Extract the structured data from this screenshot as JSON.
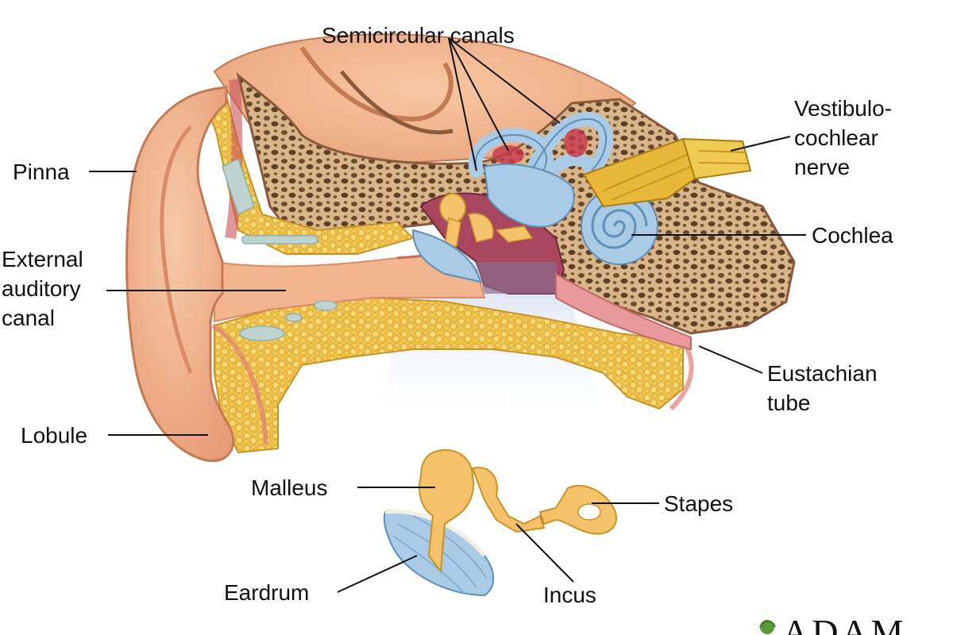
{
  "labels": {
    "semicircular_canals": "Semicircular canals",
    "vestibulocochlear_nerve": [
      "Vestibulo-",
      "cochlear",
      "nerve"
    ],
    "pinna": "Pinna",
    "external_auditory_canal": [
      "External",
      "auditory",
      "canal"
    ],
    "cochlea": "Cochlea",
    "eustachian_tube": [
      "Eustachian",
      "tube"
    ],
    "lobule": "Lobule",
    "malleus": "Malleus",
    "stapes": "Stapes",
    "eardrum": "Eardrum",
    "incus": "Incus"
  },
  "logo": {
    "text": "ADAM"
  },
  "colors": {
    "skin": "#f2b48f",
    "skin_dark": "#d98a66",
    "bone": "#e6c49b",
    "marrow": "#f2c84a",
    "inner_ear": "#a9cbe6",
    "nerve": "#e8b83a",
    "middle_ear": "#b2405a"
  }
}
